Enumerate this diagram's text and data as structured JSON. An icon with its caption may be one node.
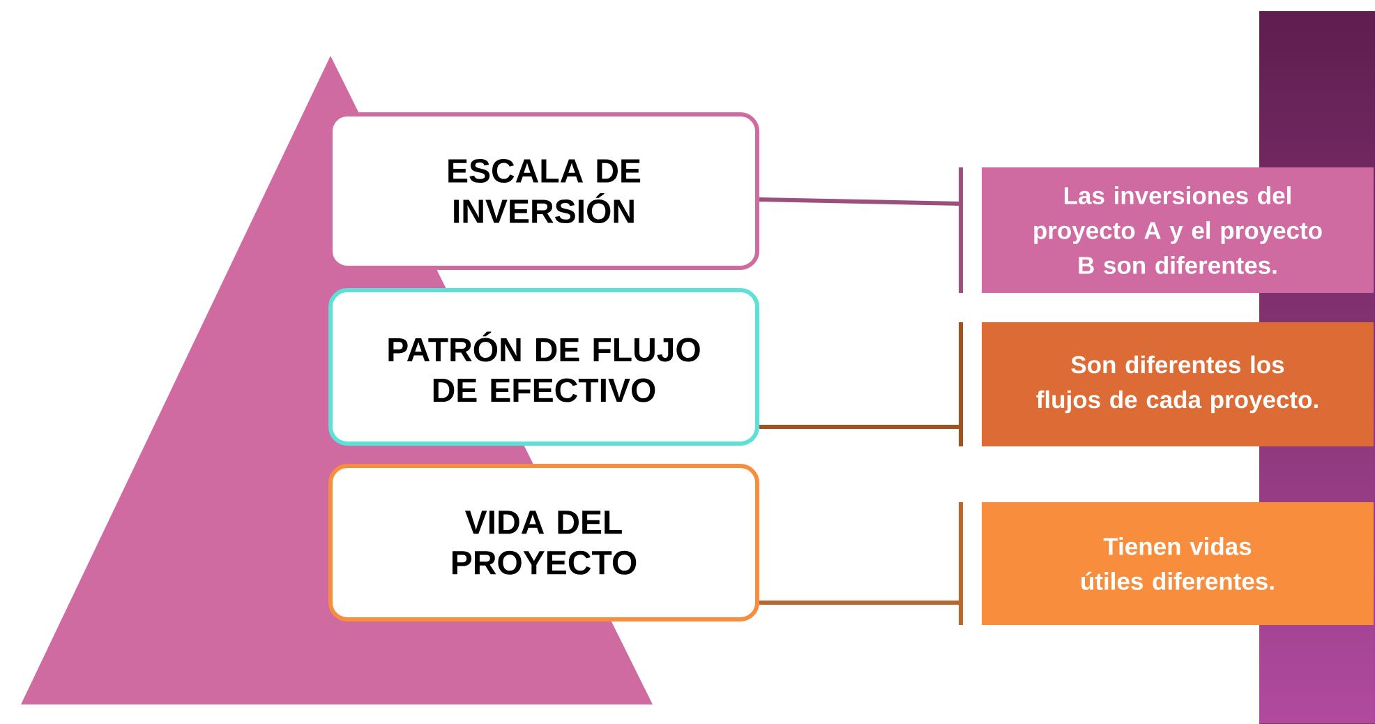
{
  "diagram": {
    "nodes": [
      {
        "text": [
          "ESCALA DE INVERSIÓN"
        ]
      },
      {
        "text": [
          "PATRÓN DE FLUJO DE EFECTIVO"
        ]
      },
      {
        "text": [
          "VIDA DEL PROYECTO"
        ]
      },
      {
        "text": [
          "Las inversiones del proyecto A y el proyecto B son diferentes."
        ]
      },
      {
        "text": [
          "Son diferentes los flujos de cada proyecto."
        ]
      },
      {
        "text": [
          "Tienen vidas útiles diferentes."
        ]
      }
    ],
    "edges": [
      {
        "from": 0,
        "to": 3,
        "arrow": "none",
        "color": "#9c4f7c"
      },
      {
        "from": 1,
        "to": 4,
        "arrow": "none",
        "color": "#a2521f"
      },
      {
        "from": 2,
        "to": 5,
        "arrow": "none",
        "color": "#b9652b"
      }
    ]
  }
}
